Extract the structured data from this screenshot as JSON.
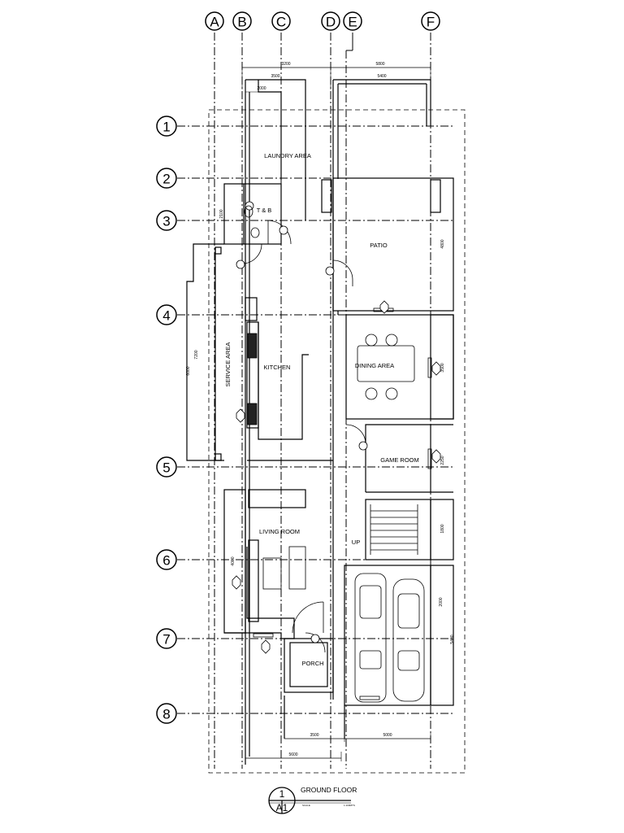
{
  "grid": {
    "columns": [
      "A",
      "B",
      "C",
      "D",
      "E",
      "F"
    ],
    "rows": [
      "1",
      "2",
      "3",
      "4",
      "5",
      "6",
      "7",
      "8"
    ]
  },
  "rooms": {
    "laundry": "LAUNDRY AREA",
    "tb": "T & B",
    "patio": "PATIO",
    "service": "SERVICE AREA",
    "kitchen": "KITCHEN",
    "dining": "DINING AREA",
    "game": "GAME ROOM",
    "living": "LIVING ROOM",
    "porch": "PORCH",
    "up": "UP"
  },
  "dimensions": {
    "top_left": "3200",
    "top_right": "5800",
    "top_sub1": "3500",
    "top_sub2": "5400",
    "top_sub3": "2000",
    "bottom_left": "3500",
    "bottom_right": "5000",
    "bottom_total": "5600",
    "v_tb": "2100",
    "v_service1": "7200",
    "v_service2": "6000",
    "v_patio": "4800",
    "v_dining": "3500",
    "v_game": "2250",
    "v_stair": "1800",
    "v_garage": "2000",
    "v_garage2": "5400",
    "v_living": "4000"
  },
  "title_block": {
    "number": "1",
    "sheet": "A1",
    "title": "GROUND FLOOR",
    "scale_label": "SCALE",
    "scale_value": "1:100MTS"
  }
}
